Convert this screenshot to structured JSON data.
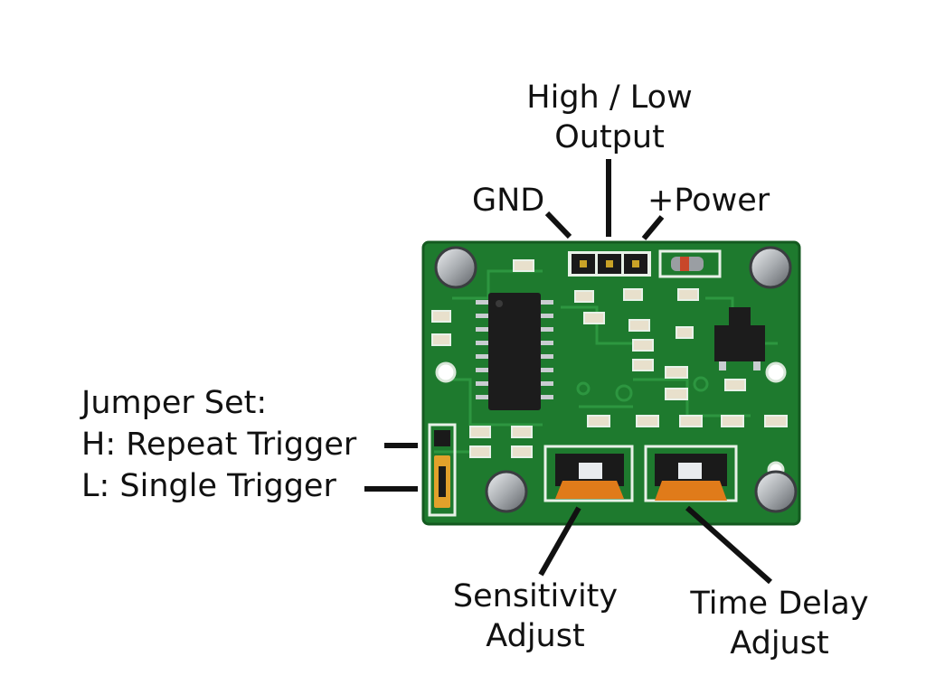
{
  "labels": {
    "output_line1": "High / Low",
    "output_line2": "Output",
    "gnd": "GND",
    "power": "+Power",
    "jumper_title": "Jumper Set:",
    "jumper_h": "H: Repeat Trigger",
    "jumper_l": "L: Single Trigger",
    "sensitivity_line1": "Sensitivity",
    "sensitivity_line2": "Adjust",
    "time_delay_line1": "Time Delay",
    "time_delay_line2": "Adjust"
  },
  "colors": {
    "pcb": "#1e7a2e",
    "pcb_dark": "#145a20",
    "trace": "#2f9a43",
    "silkscreen": "#e8f1e8",
    "header": "#1a1a1a",
    "header_pin": "#c9a227",
    "potentiometer": "#e07b1a",
    "capacitor": "#b8bcc0",
    "chip": "#1c1c1c",
    "leader": "#111111"
  },
  "icons": [
    "pcb-board",
    "pin-header-icon",
    "potentiometer-icon",
    "capacitor-icon",
    "ic-chip-icon",
    "jumper-icon"
  ]
}
